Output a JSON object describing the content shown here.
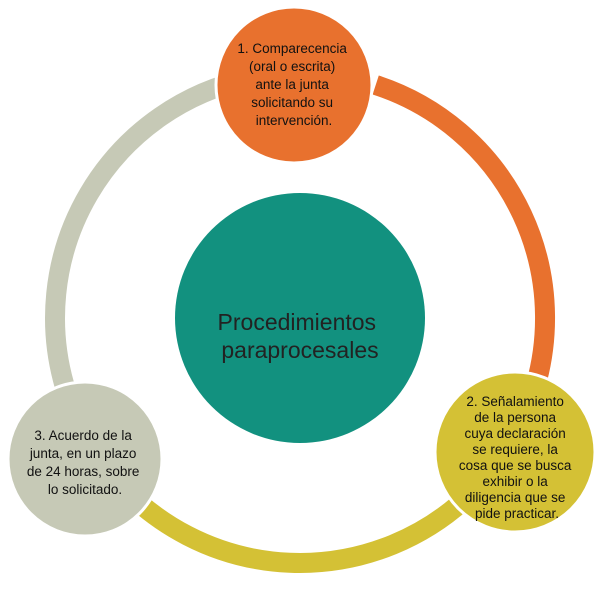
{
  "center": {
    "lines": [
      "Procedimientos",
      "paraprocesales"
    ],
    "color": "#12917F"
  },
  "steps": [
    {
      "lines": [
        "1. Comparecencia",
        "(oral o escrita)",
        "ante la junta",
        "solicitando su",
        "intervención."
      ],
      "color": "#E8712E"
    },
    {
      "lines": [
        "2. Señalamiento",
        "de la persona",
        "cuya declaración",
        "se requiere, la",
        "cosa que se busca",
        "exhibir o la",
        "diligencia que se",
        "pide practicar."
      ],
      "color": "#D4C135"
    },
    {
      "lines": [
        "3. Acuerdo de la",
        "junta, en un plazo",
        "de 24 horas, sobre",
        "lo solicitado."
      ],
      "color": "#C6C9B6"
    }
  ],
  "arc_colors": [
    "#E8712E",
    "#D4C135",
    "#C6C9B6"
  ]
}
